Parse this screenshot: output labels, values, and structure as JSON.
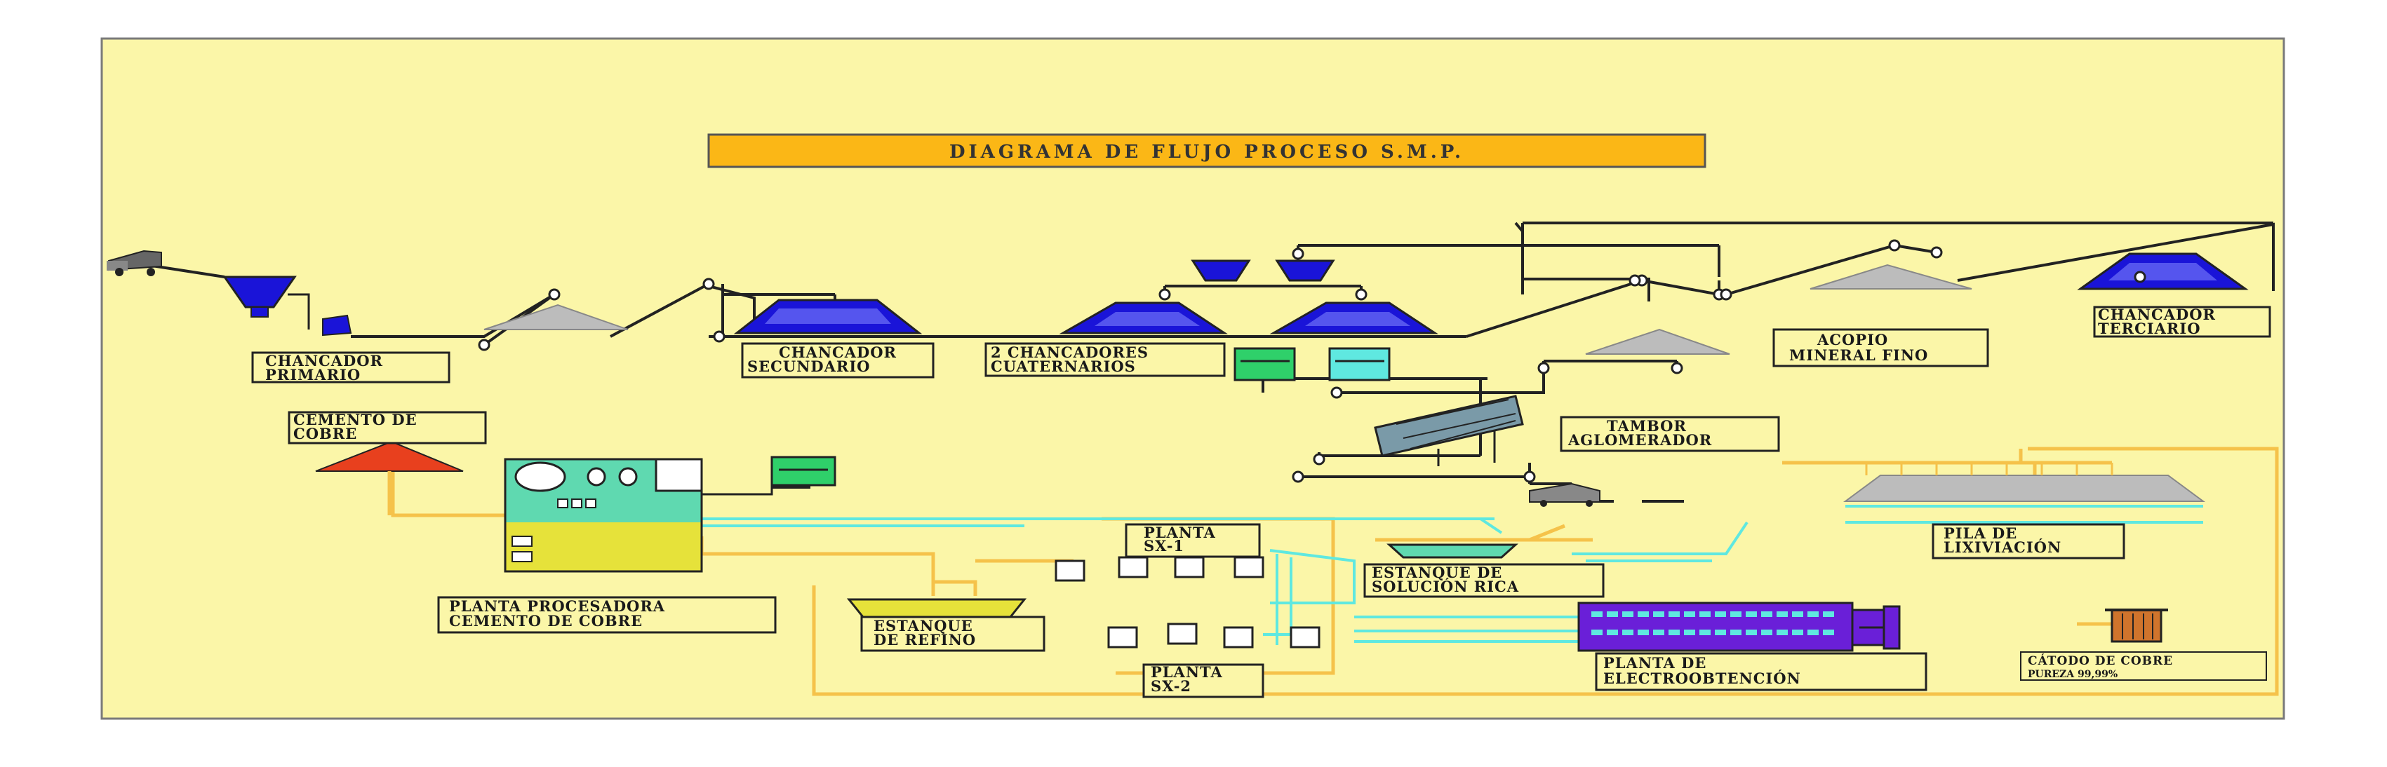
{
  "diagram": {
    "title": "DIAGRAMA DE FLUJO PROCESO S.M.P.",
    "colors": {
      "background": "#fbf6a8",
      "title_box": "#fbb716",
      "flow_lines": "#f5c24a",
      "solution_lines": "#5fe8e0",
      "crusher": "#1a14d8",
      "copper_cement": "#e8401e",
      "electrowinning": "#6a1fd8",
      "copper_cathode": "#d0742c",
      "grey_pile": "#b8b8b8"
    },
    "labels": {
      "chancador_primario": [
        "CHANCADOR",
        "PRIMARIO"
      ],
      "chancador_secundario": [
        "CHANCADOR",
        "SECUNDARIO"
      ],
      "chancadores_cuaternarios": [
        "2 CHANCADORES",
        "CUATERNARIOS"
      ],
      "acopio_mineral_fino": [
        "ACOPIO",
        "MINERAL FINO"
      ],
      "chancador_terciario": [
        "CHANCADOR",
        "TERCIARIO"
      ],
      "tambor_aglomerador": [
        "TAMBOR",
        "AGLOMERADOR"
      ],
      "cemento_de_cobre": [
        "CEMENTO DE",
        "COBRE"
      ],
      "planta_procesadora": [
        "PLANTA PROCESADORA",
        "CEMENTO DE COBRE"
      ],
      "estanque_refino": [
        "ESTANQUE",
        "DE REFINO"
      ],
      "planta_sx1": [
        "PLANTA",
        "SX-1"
      ],
      "planta_sx2": [
        "PLANTA",
        "SX-2"
      ],
      "estanque_solucion_rica": [
        "ESTANQUE DE",
        "SOLUCIÓN RICA"
      ],
      "pila_lixiviacion": [
        "PILA DE",
        "LIXIVIACIÓN"
      ],
      "planta_electroobtencion": [
        "PLANTA DE",
        "ELECTROOBTENCIÓN"
      ],
      "catodo_cobre": [
        "CÁTODO DE COBRE",
        "PUREZA 99,99%"
      ]
    }
  }
}
